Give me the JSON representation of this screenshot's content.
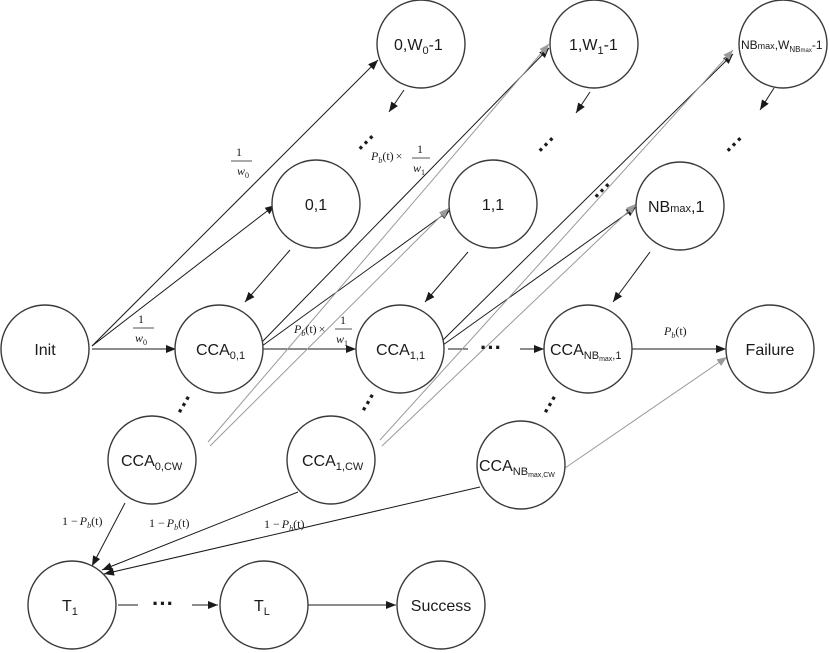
{
  "nodes": {
    "init": "Init",
    "cca01": {
      "base": "CCA",
      "sub": "0,1"
    },
    "cca11": {
      "base": "CCA",
      "sub": "1,1"
    },
    "ccanb1": {
      "base": "CCA",
      "sub_a": "NB",
      "sub_b": "max",
      "sub_c": ",1"
    },
    "failure": "Failure",
    "n01": "0,1",
    "n11": "1,1",
    "nbmax1": {
      "a": "NB",
      "b": "max",
      "c": ",1"
    },
    "n0w": {
      "a": "0,W",
      "b": "0",
      "c": "-1"
    },
    "n1w": {
      "a": "1,W",
      "b": "1",
      "c": "-1"
    },
    "nbw": {
      "a": "NB",
      "b": "max",
      "c": ",W",
      "d": "NB",
      "e": "max",
      "f": "-1"
    },
    "cca0cw": {
      "base": "CCA",
      "sub": "0,CW"
    },
    "cca1cw": {
      "base": "CCA",
      "sub": "1,CW"
    },
    "ccanbcw": {
      "base": "CCA",
      "sub_a": "NB",
      "sub_b": "max,CW"
    },
    "t1": {
      "base": "T",
      "sub": "1"
    },
    "tl": {
      "base": "T",
      "sub": "L"
    },
    "success": "Success"
  },
  "labels": {
    "one": "1",
    "w": "w",
    "w0_sub": "0",
    "w1_sub": "1",
    "pb": "P",
    "pb_sub": "b",
    "t_arg": "(t)",
    "times": "×",
    "one_minus": "1 −"
  },
  "ellipsis": {
    "h": "···",
    "v": "⋮",
    "d": "⋰"
  }
}
